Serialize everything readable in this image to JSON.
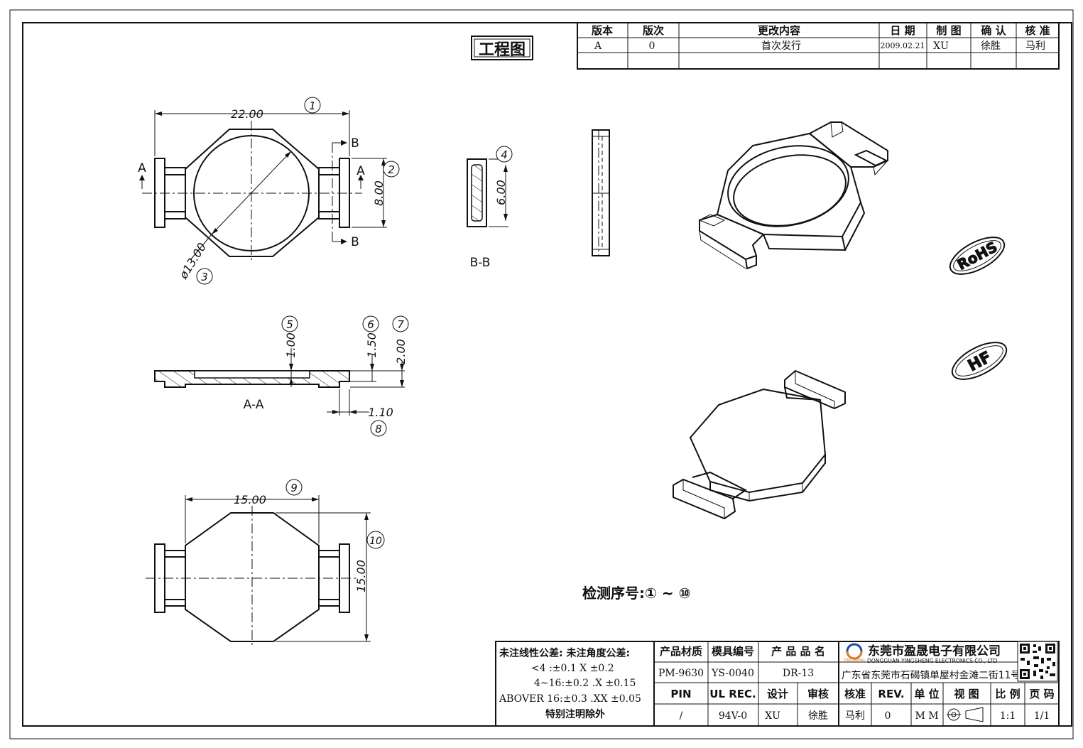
{
  "title_badge": "工程图",
  "revision_table": {
    "headers": [
      "版本",
      "版次",
      "更改内容",
      "日 期",
      "制 图",
      "确 认",
      "核 准"
    ],
    "row": [
      "A",
      "0",
      "首次发行",
      "2009.02.21",
      "XU",
      "徐胜",
      "马利"
    ]
  },
  "views": {
    "top": {
      "width_dim": "22.00",
      "height_dim": "8.00",
      "diameter_dim": "ø13.00",
      "section_a": "A",
      "section_b": "B",
      "balloons": [
        "1",
        "2",
        "3"
      ]
    },
    "section_bb": {
      "label": "B-B",
      "dim": "6.00",
      "balloon": "4"
    },
    "section_aa": {
      "label": "A-A",
      "dims": [
        "1.00",
        "1.50",
        "2.00",
        "1.10"
      ],
      "balloons": [
        "5",
        "6",
        "7",
        "8"
      ]
    },
    "bottom": {
      "width_dim": "15.00",
      "height_dim": "15.00",
      "balloons": [
        "9",
        "10"
      ]
    }
  },
  "stamps": [
    "RoHS",
    "HF"
  ],
  "inspection_note": "检测序号:① ~ ⑩",
  "tolerance": {
    "line1": "未注线性公差:  未注角度公差:",
    "line2": "<4 :±0.1   X ±0.2",
    "line3": "4~16:±0.2  .X ±0.15",
    "line4": "ABOVER 16:±0.3  .XX ±0.05",
    "line5": "特别注明除外"
  },
  "title_block": {
    "h1": [
      "产品材质",
      "模具编号",
      "产 品 品 名"
    ],
    "v1": [
      "PM-9630",
      "YS-0040",
      "DR-13"
    ],
    "h2": [
      "PIN",
      "UL REC.",
      "设计",
      "审核",
      "核准",
      "REV.",
      "单 位",
      "视 图",
      "比 例",
      "页 码"
    ],
    "v2": [
      "/",
      "94V-0",
      "XU",
      "徐胜",
      "马利",
      "0",
      "M M",
      "1:1",
      "1/1"
    ],
    "company_cn": "东莞市盈晟电子有限公司",
    "company_en": "DONGGUAN YINGSHENG ELECTRONICS CO., LTD",
    "address": "广东省东莞市石碣镇单屋村金滩二街11号",
    "logo_text": "YINGSHENG"
  }
}
